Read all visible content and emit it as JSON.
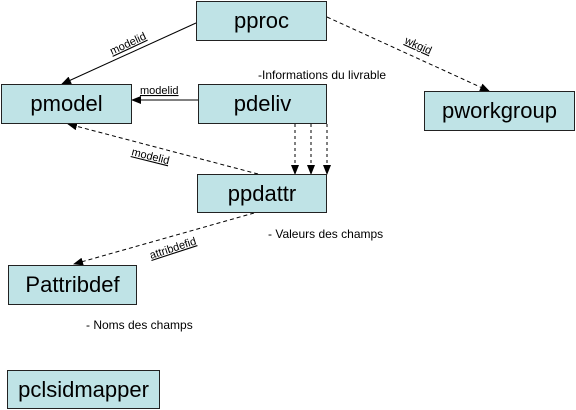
{
  "entities": {
    "pproc": "pproc",
    "pmodel": "pmodel",
    "pdeliv": "pdeliv",
    "pworkgroup": "pworkgroup",
    "ppdattr": "ppdattr",
    "pattribdef": "Pattribdef",
    "pclsidmapper": "pclsidmapper"
  },
  "notes": {
    "livrable": "-Informations du livrable",
    "champs_valeurs": "- Valeurs des champs",
    "champs_noms": "- Noms des champs"
  },
  "links": {
    "pproc_pmodel": "modelid",
    "pdeliv_pmodel": "modelid",
    "pproc_pworkgroup": "wkgid",
    "ppdattr_pmodel": "modelid",
    "ppdattr_pattribdef": "attribdefid"
  },
  "colors": {
    "box_fill": "#bfe3e6",
    "line": "#000000"
  }
}
